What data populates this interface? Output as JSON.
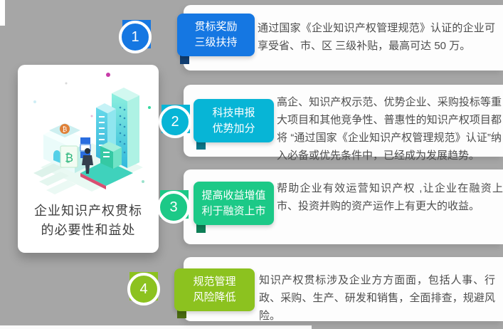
{
  "intro": {
    "title_line1": "企业知识产权贯标",
    "title_line2": "的必要性和益处",
    "illustration": "isometric-city-with-bitcoin-and-person"
  },
  "colors": {
    "background": "#a6a6a6",
    "card": "#fdfdfd",
    "step1": "#1577e2",
    "step1_fold": "#123f72",
    "step2": "#07b5d6",
    "step2_fold": "#0b7689",
    "step3": "#1cc987",
    "step3_fold": "#0f7f57",
    "step4": "#8cc21f",
    "step4_fold": "#4a6b10",
    "text": "#4d4d4d"
  },
  "items": [
    {
      "num": "1",
      "label_line1": "贯标奖励",
      "label_line2": "三级扶持",
      "desc": "通过国家《企业知识产权管理规范》认证的企业可享受省、市、区 三级补贴，最高可达 50 万。"
    },
    {
      "num": "2",
      "label_line1": "科技申报",
      "label_line2": "优势加分",
      "desc": "高企、知识产权示范、优势企业、采购投标等重大项目和其他竞争性、普惠性的知识产权项目都将 “通过国家《企业知识产权管理规范》认证”纳入必备或优先条件中，已经成为发展趋势。"
    },
    {
      "num": "3",
      "label_line1": "提高收益增值",
      "label_line2": "利于融资上市",
      "desc": "帮助企业有效运营知识产权 ,让企业在融资上市、投资并购的资产运作上有更大的收益。"
    },
    {
      "num": "4",
      "label_line1": "规范管理",
      "label_line2": "风险降低",
      "desc": "知识产权贯标涉及企业方方面面，包括人事、行政、采购、生产、研发和销售，全面排查，规避风险。"
    }
  ]
}
